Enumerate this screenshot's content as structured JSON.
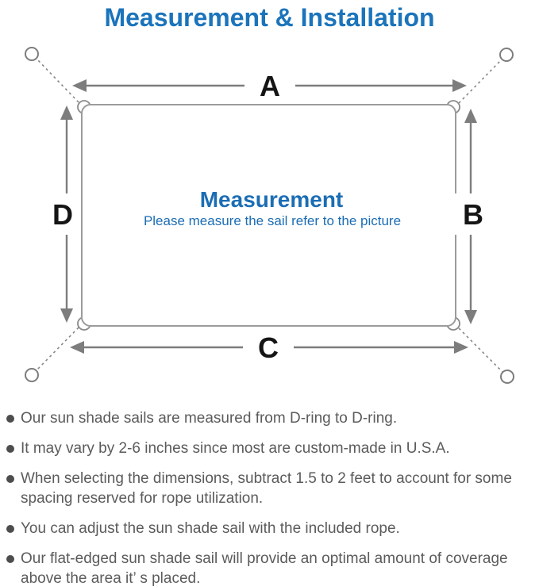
{
  "title": "Measurement & Installation",
  "diagram": {
    "heading": "Measurement",
    "subheading": "Please measure the sail refer to the picture",
    "labels": {
      "top": "A",
      "right": "B",
      "bottom": "C",
      "left": "D"
    }
  },
  "bullets": [
    "Our sun shade sails are measured from D-ring to D-ring.",
    "It may vary by 2-6 inches since most are custom-made in U.S.A.",
    "When selecting the dimensions, subtract 1.5 to 2 feet to account for some spacing reserved for rope utilization.",
    "You can adjust the sun shade sail with the included rope.",
    "Our flat-edged sun shade sail will provide an optimal amount of coverage above the area it’ s placed."
  ],
  "colors": {
    "accent_blue": "#1b74bb",
    "diagram_blue": "#1b6db4",
    "line_gray": "#7d7d7d",
    "outline_gray": "#9b9b9b",
    "text_gray": "#5b5b5b"
  }
}
